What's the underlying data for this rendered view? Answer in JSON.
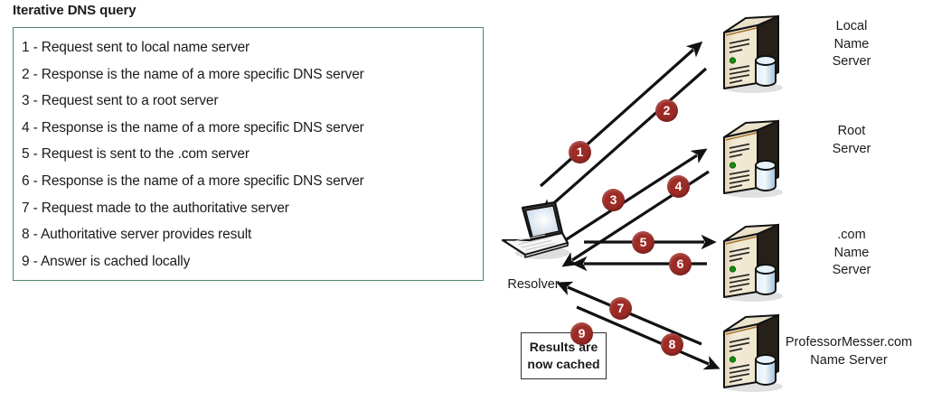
{
  "title": "Iterative DNS query",
  "colors": {
    "box_border_green": "#4e8b66",
    "badge_red": "#9d2b26",
    "server_body": "#ece3c8",
    "server_side_dark": "#1f1a16",
    "db_blue": "#b9d3ea",
    "led_green": "#1b7a1b",
    "text": "#1b1b1b"
  },
  "steps": [
    "1 - Request sent to local name server",
    "2 - Response is the name of a more specific DNS server",
    "3 - Request sent to a root server",
    "4 - Response is the name of a more specific DNS server",
    "5 - Request is sent to the .com server",
    "6 - Response is the name of a more specific DNS server",
    "7 - Request made to the authoritative server",
    "8 - Authoritative server provides result",
    "9 - Answer is cached locally"
  ],
  "diagram": {
    "resolver": {
      "label": "Resolver",
      "icon": "laptop-icon"
    },
    "servers": [
      {
        "id": "local-name-server",
        "label": "Local\nName\nServer",
        "lines": [
          "Local",
          "Name",
          "Server"
        ]
      },
      {
        "id": "root-server",
        "label": "Root\nServer",
        "lines": [
          "Root",
          "Server"
        ]
      },
      {
        "id": "com-name-server",
        "label": ".com\nName\nServer",
        "lines": [
          ".com",
          "Name",
          "Server"
        ]
      },
      {
        "id": "authoritative-server",
        "label": "ProfessorMesser.com\nName Server",
        "lines": [
          "ProfessorMesser.com",
          "Name Server"
        ]
      }
    ],
    "badges": [
      {
        "n": "1",
        "target": "local-name-server",
        "direction": "request"
      },
      {
        "n": "2",
        "target": "local-name-server",
        "direction": "response"
      },
      {
        "n": "3",
        "target": "root-server",
        "direction": "request"
      },
      {
        "n": "4",
        "target": "root-server",
        "direction": "response"
      },
      {
        "n": "5",
        "target": "com-name-server",
        "direction": "request"
      },
      {
        "n": "6",
        "target": "com-name-server",
        "direction": "response"
      },
      {
        "n": "7",
        "target": "authoritative-server",
        "direction": "response"
      },
      {
        "n": "8",
        "target": "authoritative-server",
        "direction": "request"
      },
      {
        "n": "9",
        "target": "resolver",
        "direction": "cache"
      }
    ],
    "cached_note": {
      "line1": "Results are",
      "line2": "now cached",
      "badge": "9"
    }
  }
}
